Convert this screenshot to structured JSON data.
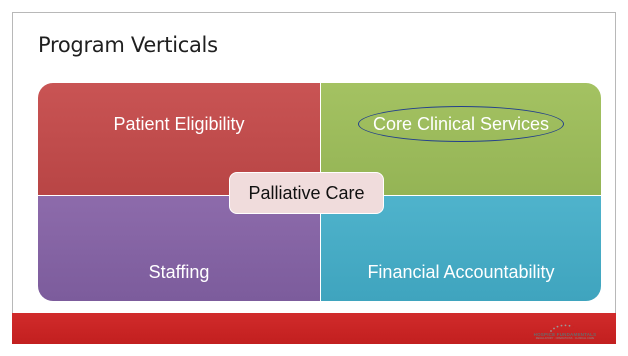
{
  "slide": {
    "title": "Program Verticals"
  },
  "quadrants": {
    "top_left": "Patient Eligibility",
    "top_right": "Core Clinical Services",
    "bottom_left": "Staffing",
    "bottom_right": "Financial Accountability"
  },
  "center": {
    "label": "Palliative Care"
  },
  "footer": {
    "logo_text": "HOSPICE FUNDAMENTALS",
    "logo_subtext": "REGULATORY · OPERATIONS · CLINICAL CARE"
  },
  "colors": {
    "top_left": "#c24e4e",
    "top_right": "#9dbb5c",
    "bottom_left": "#8565a4",
    "bottom_right": "#47acc6",
    "center": "#f0dcdc",
    "footer": "#c92525",
    "highlight_ellipse": "#23408c"
  }
}
